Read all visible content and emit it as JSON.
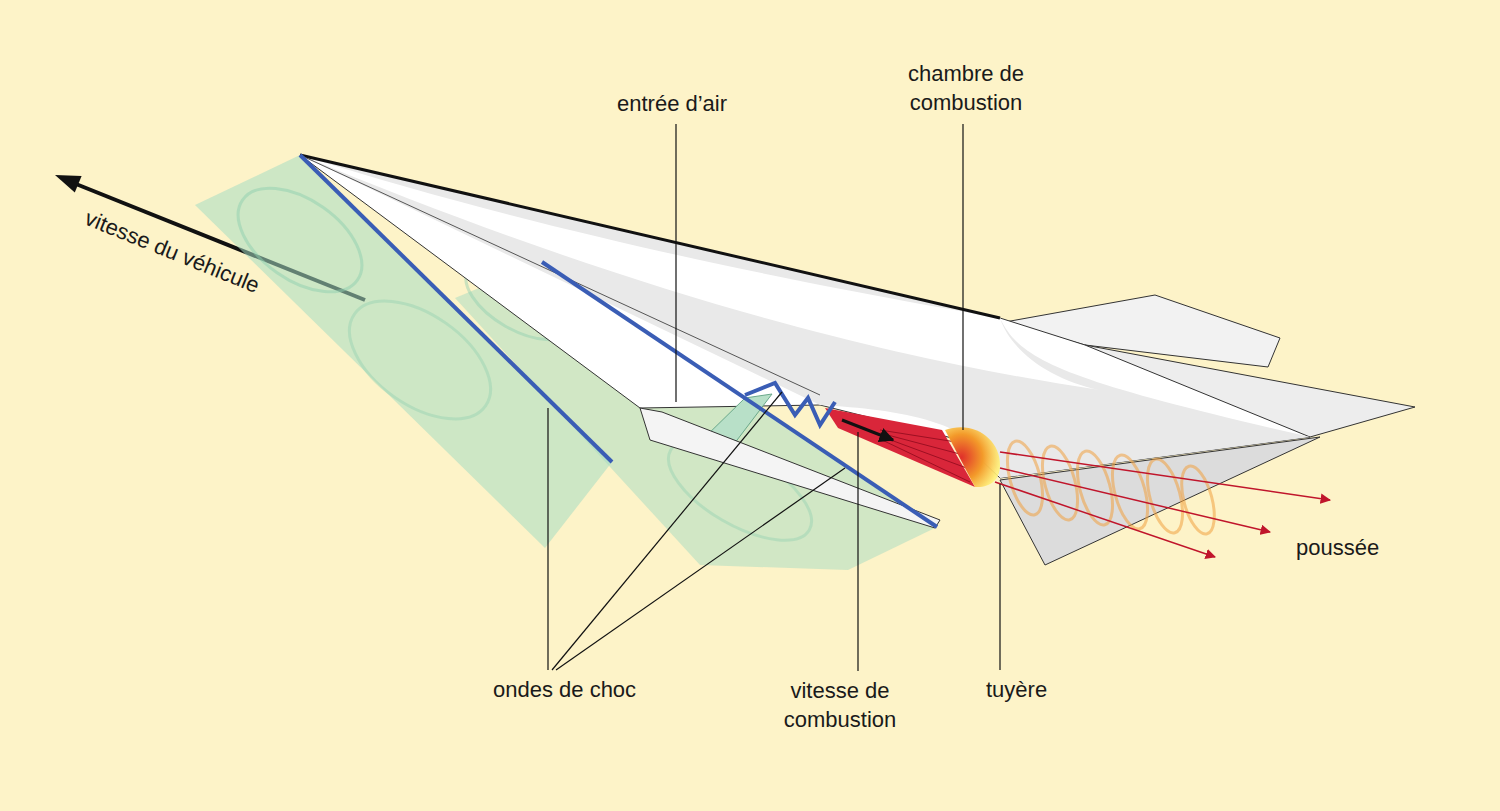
{
  "diagram": {
    "labels": [
      "vitesse du véhicule",
      "entrée d’air",
      "chambre de combustion",
      "ondes de choc",
      "vitesse de combustion",
      "tuyère",
      "poussée"
    ]
  }
}
